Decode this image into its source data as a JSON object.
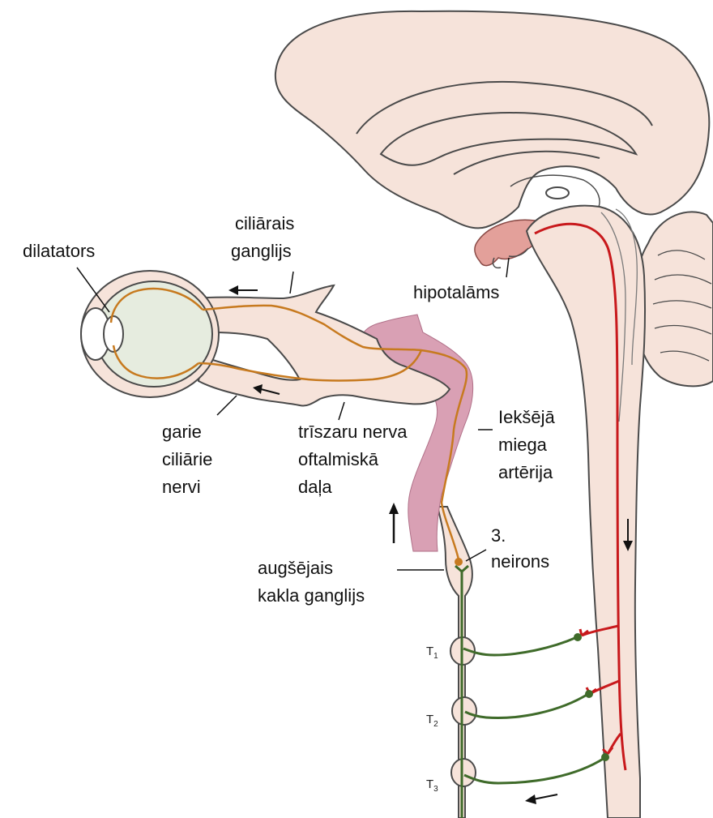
{
  "colors": {
    "tissue_fill": "#f6e3da",
    "tissue_stroke": "#4a4a4a",
    "hypothalamus": "#e3a09a",
    "carotid_artery": "#d9a0b4",
    "first_neuron": "#c8191c",
    "second_neuron": "#3f6b2a",
    "third_neuron": "#c77a1f",
    "eye_fill": "#e6ecdf"
  },
  "labels": {
    "dilatator": "dilatators",
    "ciliary_ganglion": [
      "ciliārais",
      "ganglijs"
    ],
    "hypothalamus": "hipotalāms",
    "internal_carotid": [
      "Iekšējā",
      "miega",
      "artērija"
    ],
    "long_ciliary_nerves": [
      "garie",
      "ciliārie",
      "nervi"
    ],
    "trigeminal_ophthalmic": [
      "trīszaru nerva",
      "oftalmiskā",
      "daļa"
    ],
    "third_neuron": [
      "3.",
      "neirons"
    ],
    "superior_cervical_ganglion": [
      "augšējais",
      "kakla ganglijs"
    ]
  },
  "segments": {
    "t1": {
      "letter": "T",
      "sub": "1"
    },
    "t2": {
      "letter": "T",
      "sub": "2"
    },
    "t3": {
      "letter": "T",
      "sub": "3"
    }
  }
}
